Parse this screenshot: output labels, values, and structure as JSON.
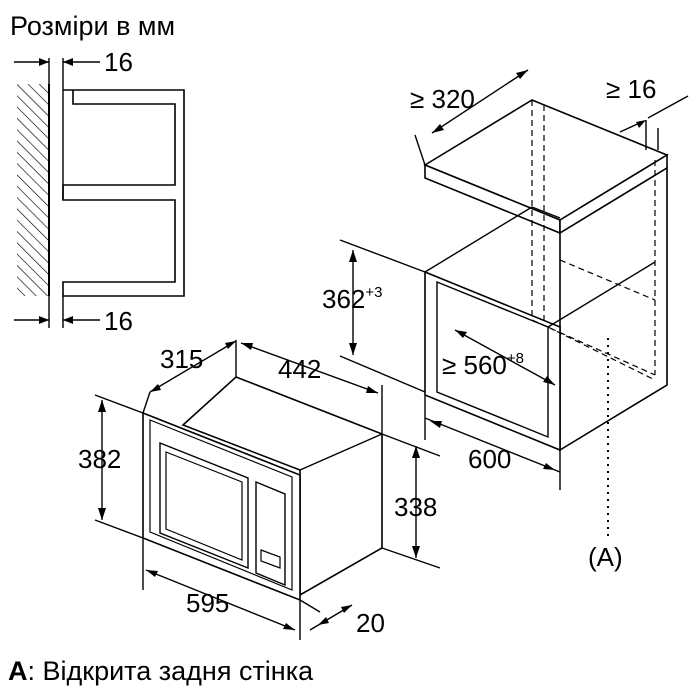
{
  "title": "Розміри в мм",
  "side_view": {
    "gap_top": "16",
    "gap_bottom": "16"
  },
  "cabinet": {
    "min_depth": "≥ 320",
    "min_gap": "≥ 16",
    "height": "362",
    "height_tol": "+3",
    "width_prefix": "≥ 560",
    "width_tol": "+8",
    "depth": "600",
    "marker": "(A)"
  },
  "appliance": {
    "depth": "315",
    "body_width": "442",
    "front_height": "382",
    "body_height": "338",
    "front_width": "595",
    "frame_depth": "20"
  },
  "legend": {
    "key": "A",
    "text": ": Відкрита задня стінка"
  }
}
